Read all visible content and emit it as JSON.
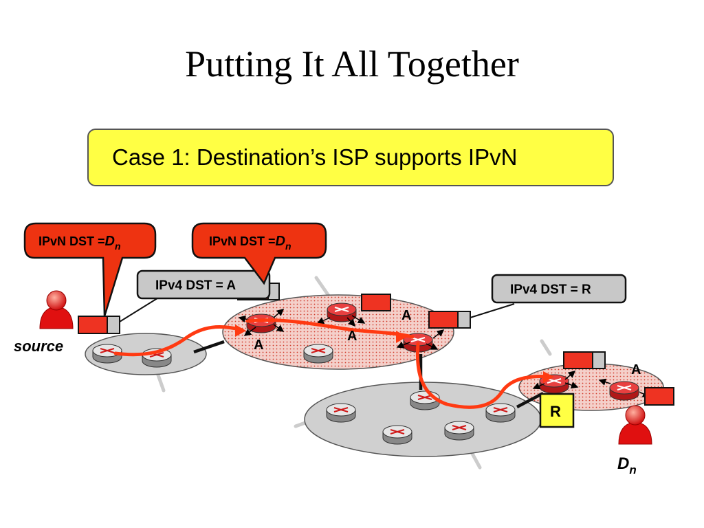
{
  "title": "Putting It All Together",
  "case_label": "Case 1: Destination’s ISP supports IPvN",
  "callouts": {
    "ipvn_left": {
      "prefix": "IPvN DST =",
      "var": "D",
      "sub": "n"
    },
    "ipvn_right": {
      "prefix": "IPvN DST =",
      "var": "D",
      "sub": "n"
    },
    "ipv4_left": "IPv4 DST = A",
    "ipv4_right": "IPv4 DST = R"
  },
  "labels": {
    "source": "source",
    "dest_var": "D",
    "dest_sub": "n",
    "anycast": "A",
    "relay": "R"
  },
  "colors": {
    "packet_red": "#ee3322",
    "callout_red": "#ee3311",
    "callout_gray": "#c8c8c8",
    "ipvn_cloud": "#f3c9c3",
    "ipv4_cloud": "#cfcfcf",
    "highlight_yellow": "#ffff44",
    "path_orange": "#ff3a12"
  }
}
